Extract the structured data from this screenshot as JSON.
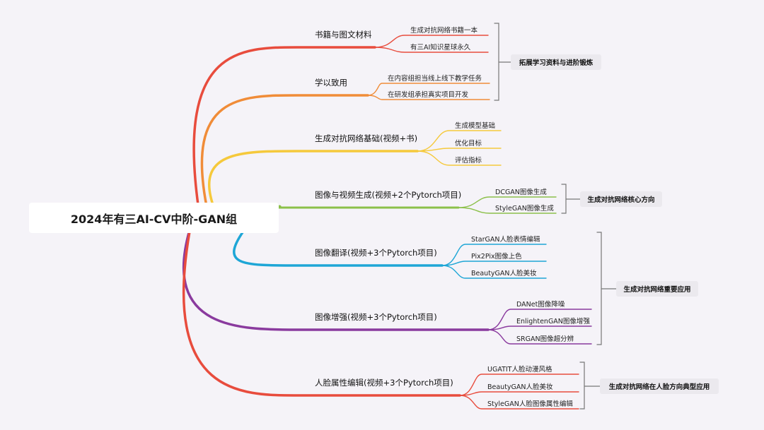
{
  "root": "2024年有三AI-CV中阶-GAN组",
  "branches": [
    {
      "label": "书籍与图文材料",
      "color": "#e84c3d",
      "children": [
        "生成对抗网络书籍一本",
        "有三AI知识星球永久"
      ]
    },
    {
      "label": "学以致用",
      "color": "#f08c38",
      "children": [
        "在内容组担当线上线下教学任务",
        "在研发组承担真实项目开发"
      ]
    },
    {
      "label": "生成对抗网络基础(视频+书)",
      "color": "#f5c93c",
      "children": [
        "生成模型基础",
        "优化目标",
        "评估指标"
      ]
    },
    {
      "label": "图像与视频生成(视频+2个Pytorch项目)",
      "color": "#8cc04a",
      "children": [
        "DCGAN图像生成",
        "StyleGAN图像生成"
      ]
    },
    {
      "label": "图像翻译(视频+3个Pytorch项目)",
      "color": "#1ea6d6",
      "children": [
        "StarGAN人脸表情编辑",
        "Pix2Pix图像上色",
        "BeautyGAN人脸美妆"
      ]
    },
    {
      "label": "图像增强(视频+3个Pytorch项目)",
      "color": "#8a3a9e",
      "children": [
        "DANet图像降噪",
        "EnlightenGAN图像增强",
        "SRGAN图像超分辨"
      ]
    },
    {
      "label": "人脸属性编辑(视频+3个Pytorch项目)",
      "color": "#e84c3d",
      "children": [
        "UGATIT人脸动漫风格",
        "BeautyGAN人脸美妆",
        "StyleGAN人脸图像属性编辑"
      ]
    }
  ],
  "summaries": [
    {
      "label": "拓展学习资料与进阶锻炼"
    },
    {
      "label": "生成对抗网络核心方向"
    },
    {
      "label": "生成对抗网络重要应用"
    },
    {
      "label": "生成对抗网络在人脸方向典型应用"
    }
  ]
}
